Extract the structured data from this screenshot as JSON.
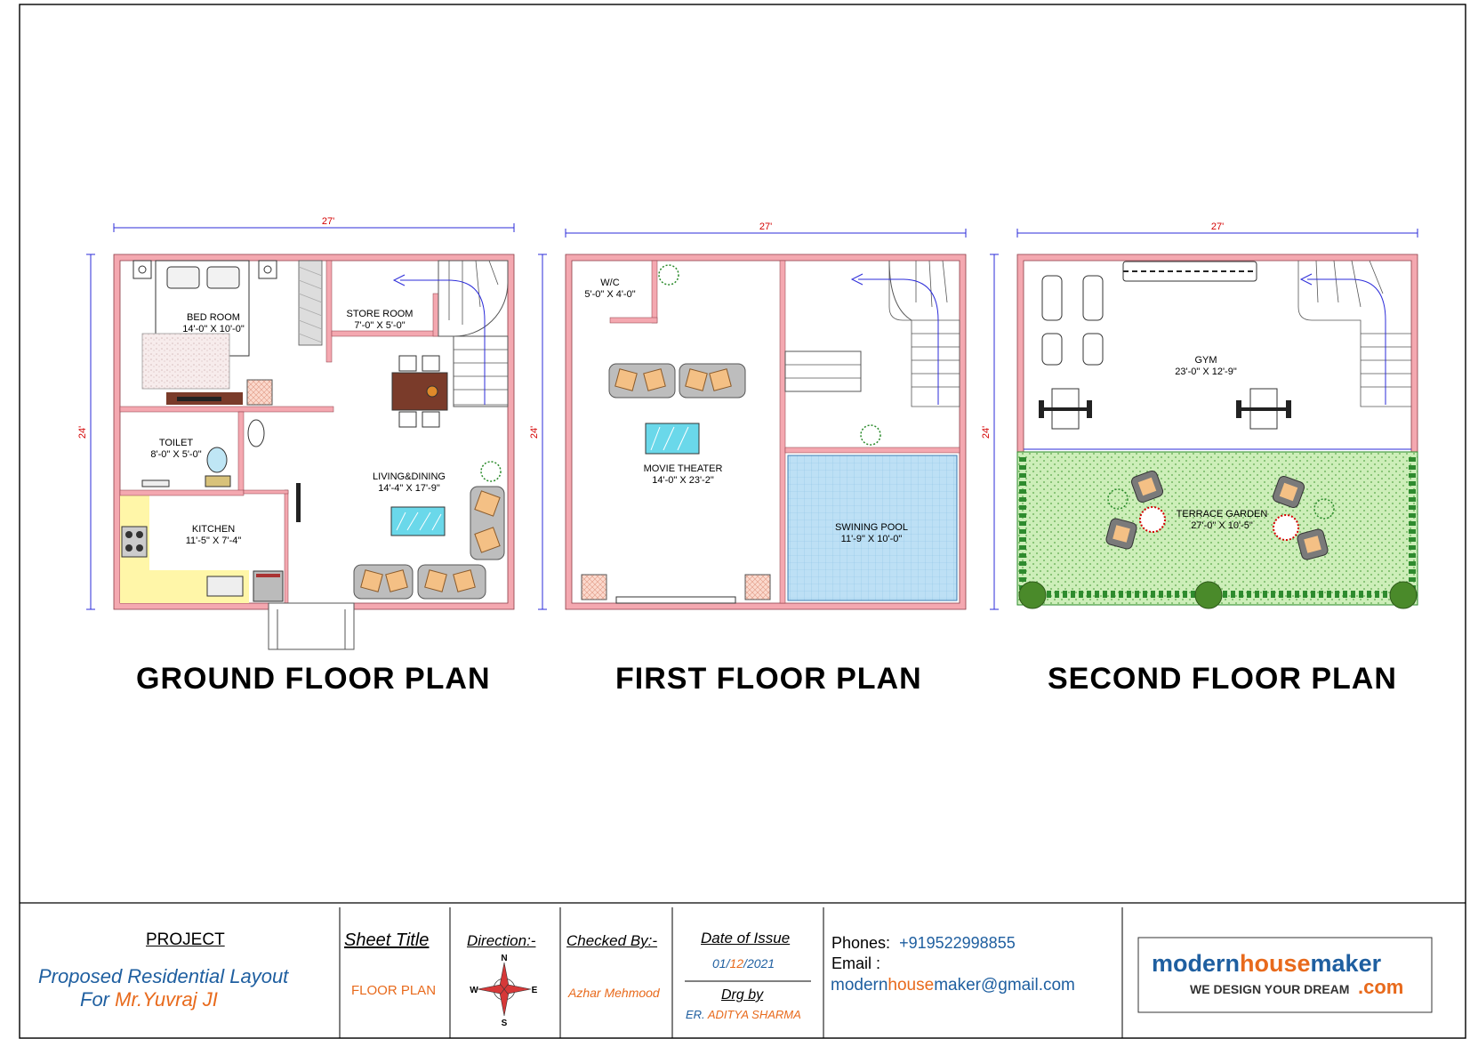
{
  "dimensions": {
    "width": "27'",
    "depth": "24'"
  },
  "plans": {
    "ground": {
      "title": "GROUND FLOOR PLAN",
      "rooms": {
        "bedroom": {
          "name": "BED ROOM",
          "size": "14'-0\" X 10'-0\""
        },
        "store": {
          "name": "STORE ROOM",
          "size": "7'-0\" X 5'-0\""
        },
        "toilet": {
          "name": "TOILET",
          "size": "8'-0\" X 5'-0\""
        },
        "living": {
          "name": "LIVING&DINING",
          "size": "14'-4\" X 17'-9\""
        },
        "kitchen": {
          "name": "KITCHEN",
          "size": "11'-5\" X 7'-4\""
        }
      }
    },
    "first": {
      "title": "FIRST FLOOR PLAN",
      "rooms": {
        "wc": {
          "name": "W/C",
          "size": "5'-0\" X 4'-0\""
        },
        "theater": {
          "name": "MOVIE THEATER",
          "size": "14'-0\" X 23'-2\""
        },
        "pool": {
          "name": "SWINING POOL",
          "size": "11'-9\" X 10'-0\""
        }
      }
    },
    "second": {
      "title": "SECOND FLOOR PLAN",
      "rooms": {
        "gym": {
          "name": "GYM",
          "size": "23'-0\" X 12'-9\""
        },
        "garden": {
          "name": "TERRACE GARDEN",
          "size": "27'-0\" X 10'-5\""
        }
      }
    }
  },
  "title_block": {
    "project_label": "PROJECT",
    "project_line1": "Proposed Residential Layout",
    "project_for": "For ",
    "project_client": "Mr.Yuvraj JI",
    "sheet_title_label": "Sheet Title",
    "sheet_title_value": "FLOOR PLAN",
    "direction_label": "Direction:-",
    "compass": {
      "n": "N",
      "s": "S",
      "e": "E",
      "w": "W"
    },
    "checked_label": "Checked By:-",
    "checked_value": "Azhar Mehmood",
    "date_label": "Date of Issue",
    "date_day": "01",
    "date_month": "12",
    "date_year": "2021",
    "date_sep": "/",
    "drg_label": "Drg by",
    "drg_prefix": "ER. ",
    "drg_value": "ADITYA SHARMA",
    "phones_label": "Phones:",
    "phones_value": "+919522998855",
    "email_label": "Email :",
    "email_part1": "modern",
    "email_part2": "house",
    "email_part3": "maker",
    "email_part4": "@gmail.com",
    "logo_modern": "modern",
    "logo_house": "house",
    "logo_maker": "maker",
    "logo_tagline": "WE DESIGN YOUR DREAM",
    "logo_com": ".com"
  },
  "colors": {
    "wall": "#f4a8b0",
    "wall_stroke": "#8b3a44",
    "dim": "#2b2bd9",
    "dim_text": "#d40000",
    "kitchen": "#fff6a8",
    "pool": "#bde0f5",
    "garden": "#c8ecb4",
    "accent_blue": "#1f5fa0",
    "accent_orange": "#e86a1c"
  }
}
